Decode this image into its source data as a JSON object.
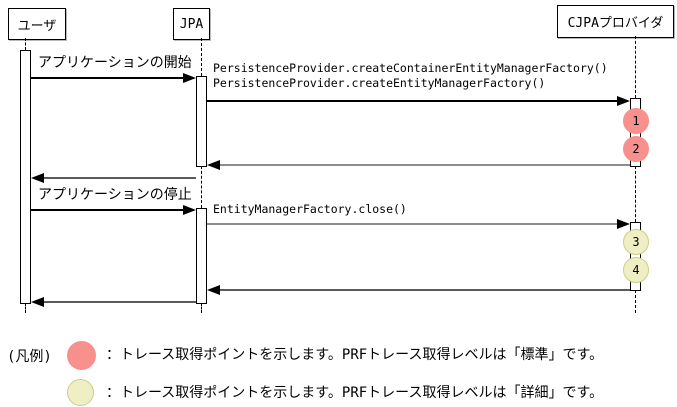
{
  "diagram": {
    "actors": [
      {
        "id": "user",
        "label": "ユーザ"
      },
      {
        "id": "jpa",
        "label": "JPA"
      },
      {
        "id": "cjpa",
        "label": "CJPAプロバイダ"
      }
    ],
    "messages": {
      "app_start": "アプリケーションの開始",
      "create_container_emf": "PersistenceProvider.createContainerEntityManagerFactory()",
      "create_emf": "PersistenceProvider.createEntityManagerFactory()",
      "app_stop": "アプリケーションの停止",
      "emf_close": "EntityManagerFactory.close()"
    },
    "trace_points": [
      {
        "number": "1",
        "level": "standard"
      },
      {
        "number": "2",
        "level": "standard"
      },
      {
        "number": "3",
        "level": "detail"
      },
      {
        "number": "4",
        "level": "detail"
      }
    ],
    "colors": {
      "standard_fill": "#f8918e",
      "standard_border": "#f8918e",
      "detail_fill": "#efefc5",
      "detail_border": "#cdcd87",
      "call_line": "#000000",
      "return_line": "#8c8c8c"
    }
  },
  "legend": {
    "title": "(凡例)",
    "items": [
      {
        "color": "#f8918e",
        "border": "#f8918e",
        "text": "：トレース取得ポイントを示します。PRFトレース取得レベルは「標準」です。"
      },
      {
        "color": "#efefc5",
        "border": "#cdcd87",
        "text": "：トレース取得ポイントを示します。PRFトレース取得レベルは「詳細」です。"
      }
    ]
  }
}
